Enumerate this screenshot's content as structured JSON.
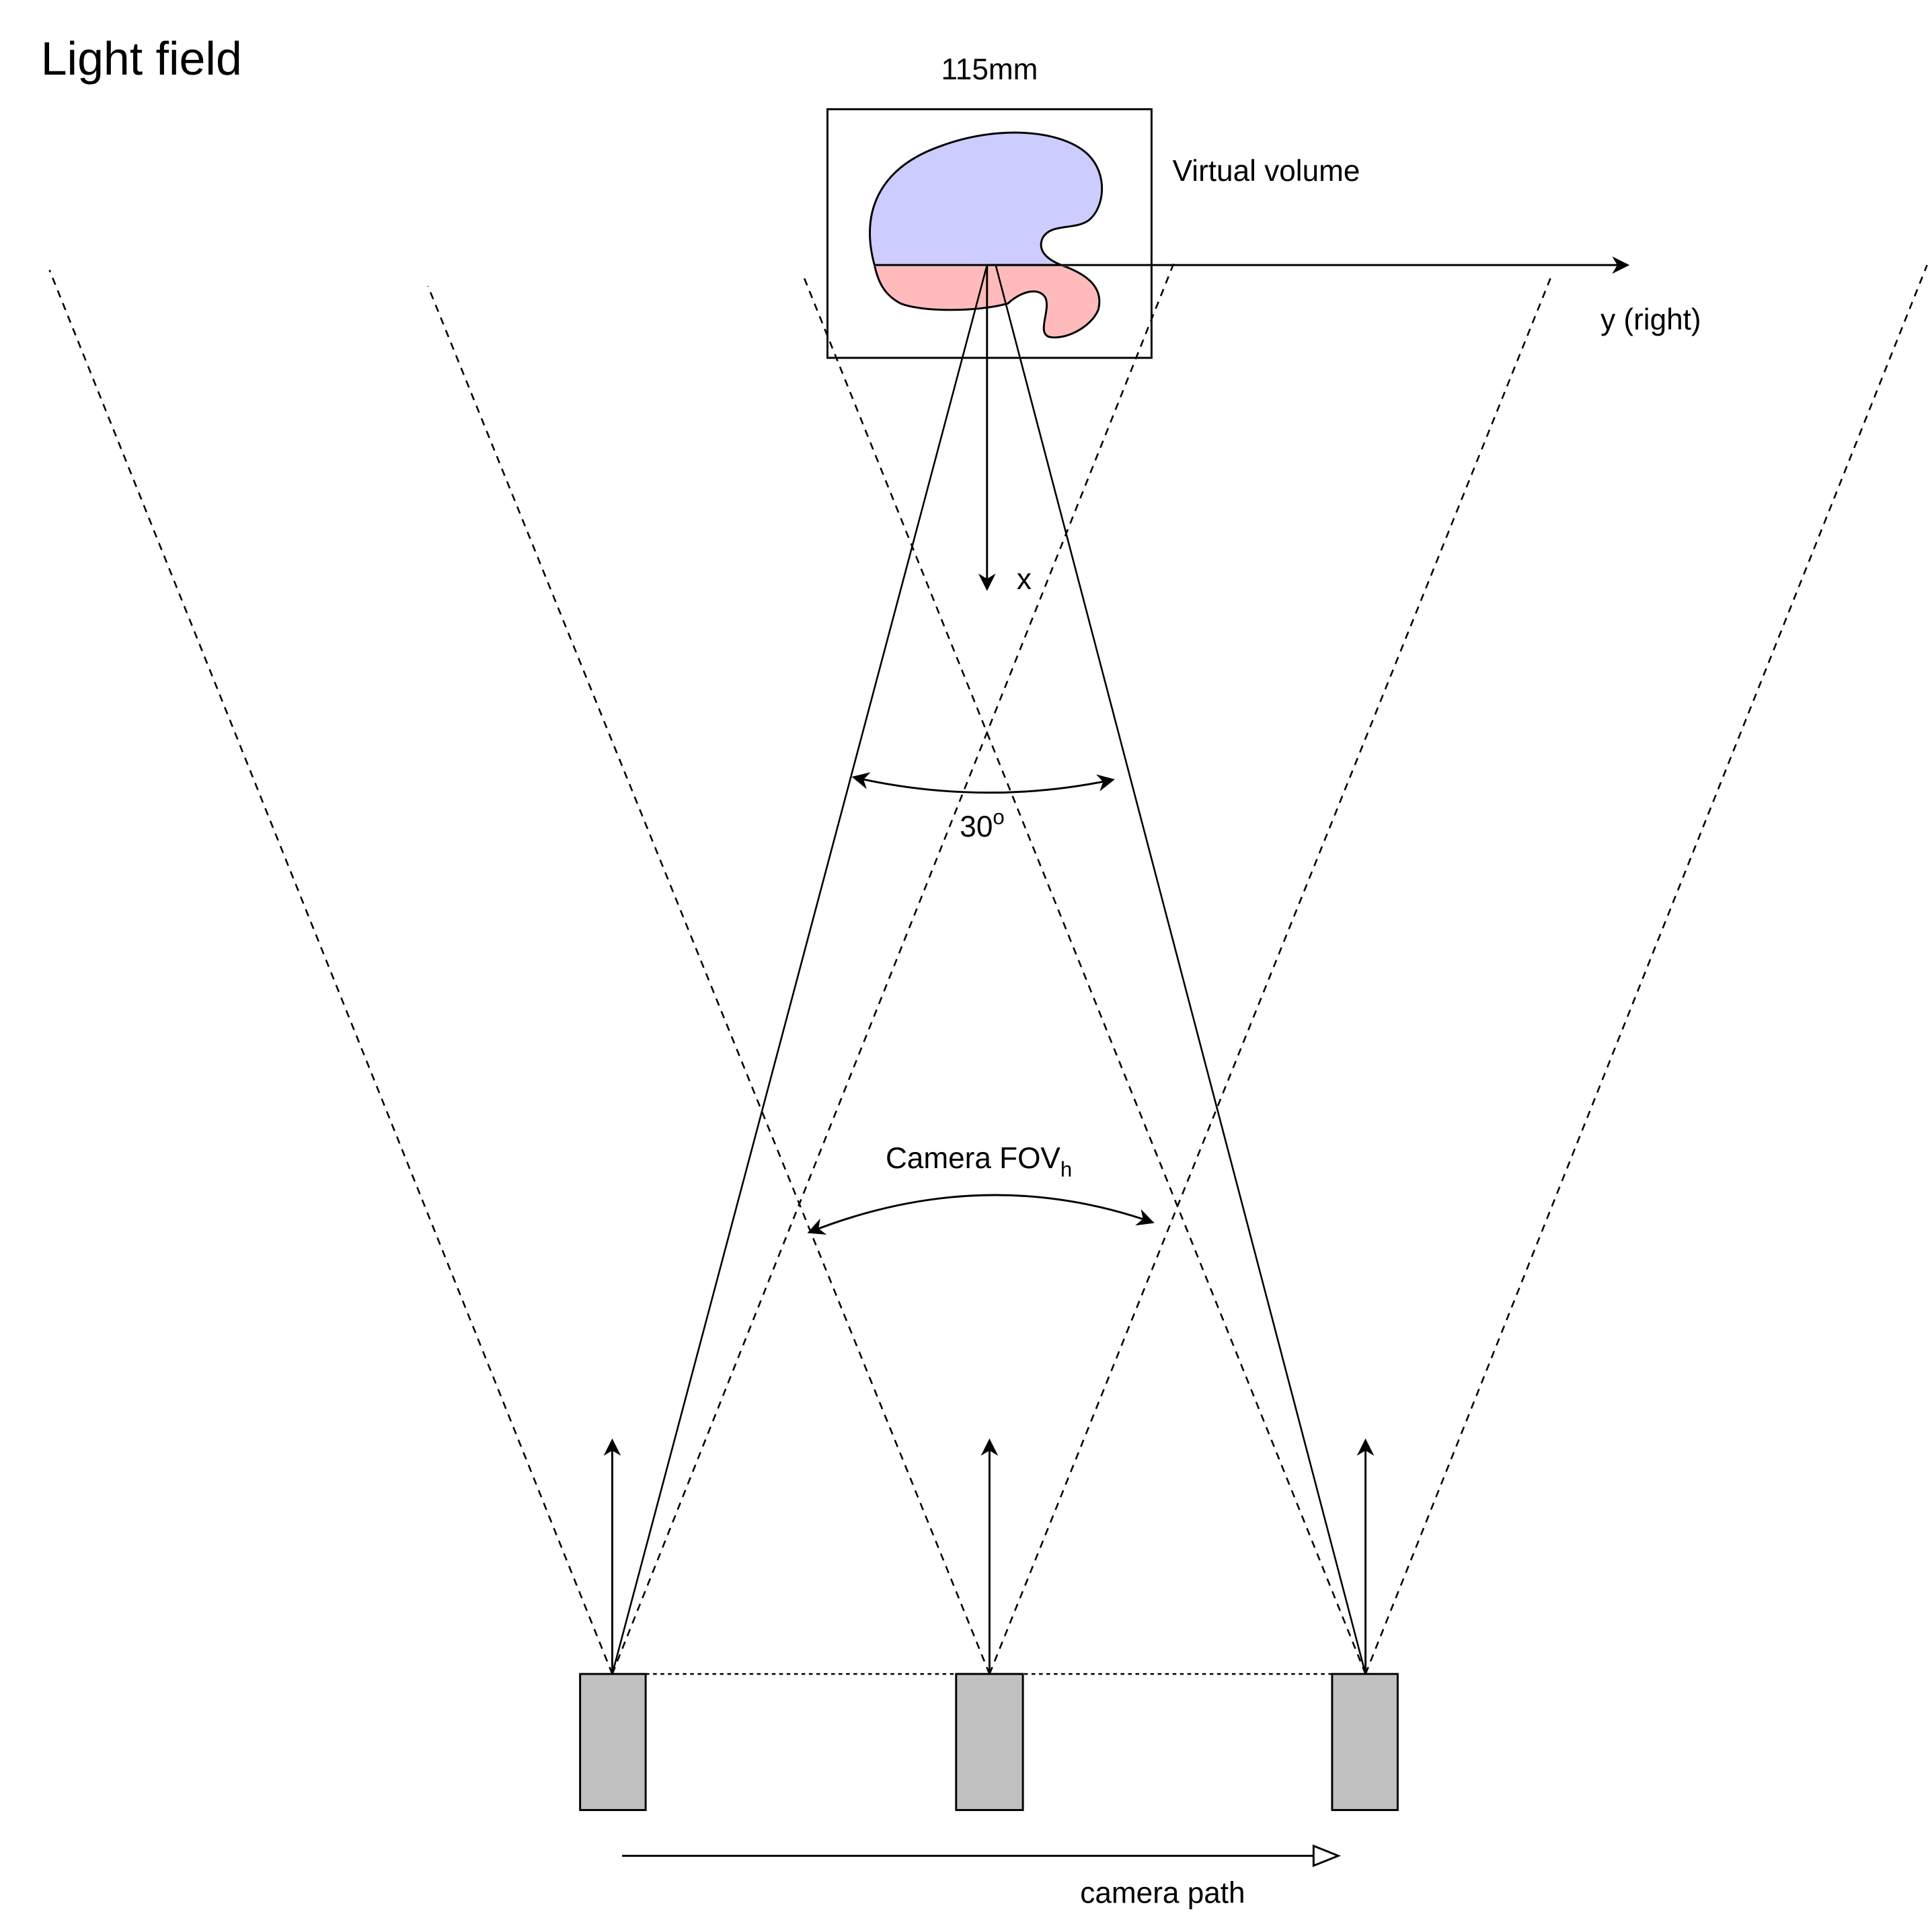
{
  "title": "Light field",
  "volume": {
    "width_label": "115mm",
    "label": "Virtual volume",
    "colors": {
      "upper": "#ccccff",
      "lower": "#ffbbbb"
    }
  },
  "axes": {
    "y_label": "y (right)",
    "x_label": "x"
  },
  "angles": {
    "volume_angle_label": "30",
    "volume_angle_sup": "o",
    "fov_label": "Camera FOV",
    "fov_sub": "h"
  },
  "cameras": {
    "count": 3,
    "color": "#c0c0c0"
  },
  "path": {
    "label": "camera path"
  }
}
